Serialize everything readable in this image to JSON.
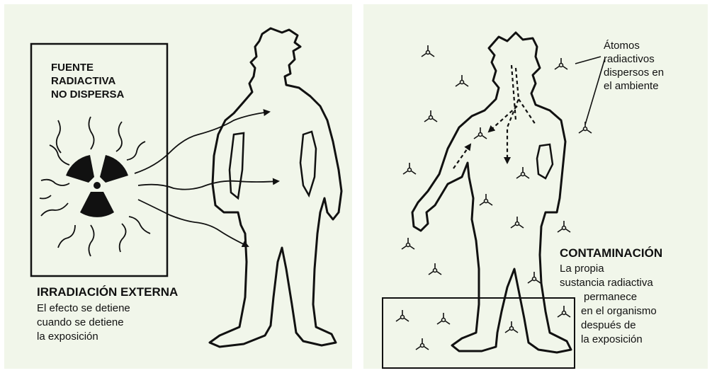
{
  "left_panel": {
    "source_label": [
      "FUENTE",
      "RADIACTIVA",
      "NO DISPERSA"
    ],
    "title": "IRRADIACIÓN EXTERNA",
    "description": [
      "El efecto se detiene",
      "cuando se detiene",
      "la exposición"
    ]
  },
  "right_panel": {
    "atoms_label": [
      "Átomos",
      "radiactivos",
      "dispersos en",
      "el ambiente"
    ],
    "title": "CONTAMINACIÓN",
    "description": [
      "La propia",
      "sustancia radiactiva",
      "permanece",
      "en el organismo",
      "después de",
      "la exposición"
    ]
  },
  "colors": {
    "panel_background": "#f1f6ea",
    "ink": "#111111"
  },
  "icons": [
    "radiation-trefoil-icon",
    "atom-icon"
  ]
}
